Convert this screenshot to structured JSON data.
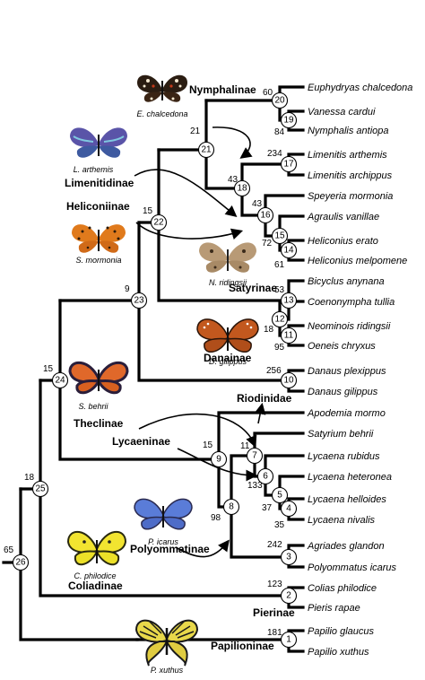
{
  "taxa": [
    "Euphydryas chalcedona",
    "Vanessa cardui",
    "Nymphalis antiopa",
    "Limenitis arthemis",
    "Limenitis archippus",
    "Speyeria mormonia",
    "Agraulis vanillae",
    "Heliconius erato",
    "Heliconius melpomene",
    "Bicyclus anynana",
    "Coenonympha tullia",
    "Neominois ridingsii",
    "Oeneis chryxus",
    "Danaus plexippus",
    "Danaus gilippus",
    "Apodemia mormo",
    "Satyrium behrii",
    "Lycaena rubidus",
    "Lycaena heteronea",
    "Lycaena helloides",
    "Lycaena nivalis",
    "Agriades glandon",
    "Polyommatus icarus",
    "Colias philodice",
    "Pieris rapae",
    "Papilio glaucus",
    "Papilio xuthus"
  ],
  "subfamilies": {
    "nymphalinae": "Nymphalinae",
    "limenitidinae": "Limenitidinae",
    "heliconiinae": "Heliconiinae",
    "satyrinae": "Satyrinae",
    "danainae": "Danainae",
    "riodinidae": "Riodinidae",
    "theclinae": "Theclinae",
    "lycaeninae": "Lycaeninae",
    "polyommatinae": "Polyommatinae",
    "pierinae": "Pierinae",
    "coliadinae": "Coliadinae",
    "papilioninae": "Papilioninae"
  },
  "captions": {
    "e_chalcedona": "E. chalcedona",
    "l_arthemis": "L. arthemis",
    "s_mormonia": "S. mormonia",
    "n_ridingsii": "N. ridingsii",
    "d_gilippus": "D. gilippus",
    "s_behrii": "S. behrii",
    "p_icarus": "P. icarus",
    "c_philodice": "C. philodice",
    "p_xuthus": "P. xuthus"
  },
  "nodes": [
    {
      "id": "1",
      "support": "181"
    },
    {
      "id": "2",
      "support": "123"
    },
    {
      "id": "3",
      "support": "242"
    },
    {
      "id": "4",
      "support": "35"
    },
    {
      "id": "5",
      "support": "37"
    },
    {
      "id": "6",
      "support": "133"
    },
    {
      "id": "7",
      "support": "11"
    },
    {
      "id": "8",
      "support": "98"
    },
    {
      "id": "9",
      "support": "15"
    },
    {
      "id": "10",
      "support": "256"
    },
    {
      "id": "11",
      "support": "95"
    },
    {
      "id": "12",
      "support": "18"
    },
    {
      "id": "13",
      "support": "53"
    },
    {
      "id": "14",
      "support": "61"
    },
    {
      "id": "15",
      "support": "72"
    },
    {
      "id": "16",
      "support": "43"
    },
    {
      "id": "17",
      "support": "234"
    },
    {
      "id": "18",
      "support": "43"
    },
    {
      "id": "19",
      "support": "84"
    },
    {
      "id": "20",
      "support": "60"
    },
    {
      "id": "21",
      "support": "21"
    },
    {
      "id": "22",
      "support": "15"
    },
    {
      "id": "23",
      "support": "9"
    },
    {
      "id": "24",
      "support": "15"
    },
    {
      "id": "25",
      "support": "18"
    },
    {
      "id": "26",
      "support": "65"
    }
  ],
  "colors": {
    "branch": "#000000",
    "e_chalcedona": "#2b1d12",
    "l_arthemis": "#5a54a8",
    "s_mormonia": "#e07a1c",
    "n_ridingsii": "#b89a76",
    "d_gilippus": "#c2581e",
    "s_behrii": "#e0682a",
    "p_icarus": "#5a7cd8",
    "c_philodice": "#f2e430",
    "p_xuthus": "#e8d84a"
  }
}
